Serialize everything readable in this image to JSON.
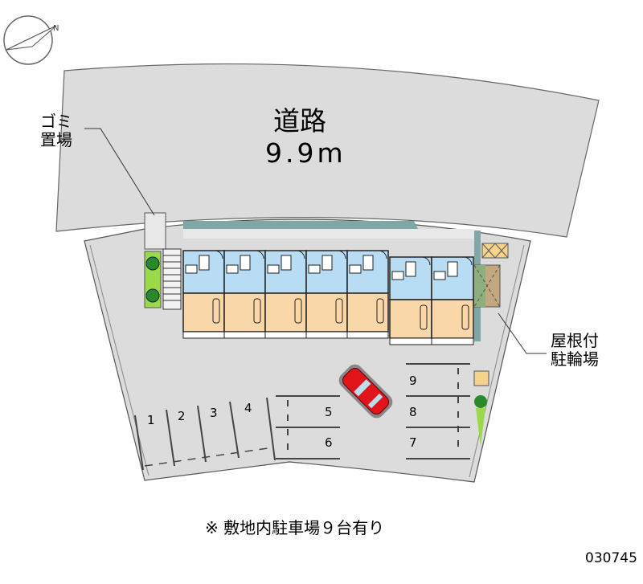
{
  "road": {
    "name": "道路",
    "width": "9.9m"
  },
  "labels": {
    "garbage_line1": "ゴミ",
    "garbage_line2": "置場",
    "bike_line1": "屋根付",
    "bike_line2": "駐輪場"
  },
  "parking_spaces": [
    "1",
    "2",
    "3",
    "4",
    "5",
    "6",
    "7",
    "8",
    "9"
  ],
  "note": "※ 敷地内駐車場９台有り",
  "code": "030745",
  "colors": {
    "road": "#dcdcdc",
    "site": "#d9d9d9",
    "teal": "#7fa7a5",
    "room_blue": "#b8dcf3",
    "room_orange": "#f9d7a8",
    "car": "#e0141a"
  }
}
